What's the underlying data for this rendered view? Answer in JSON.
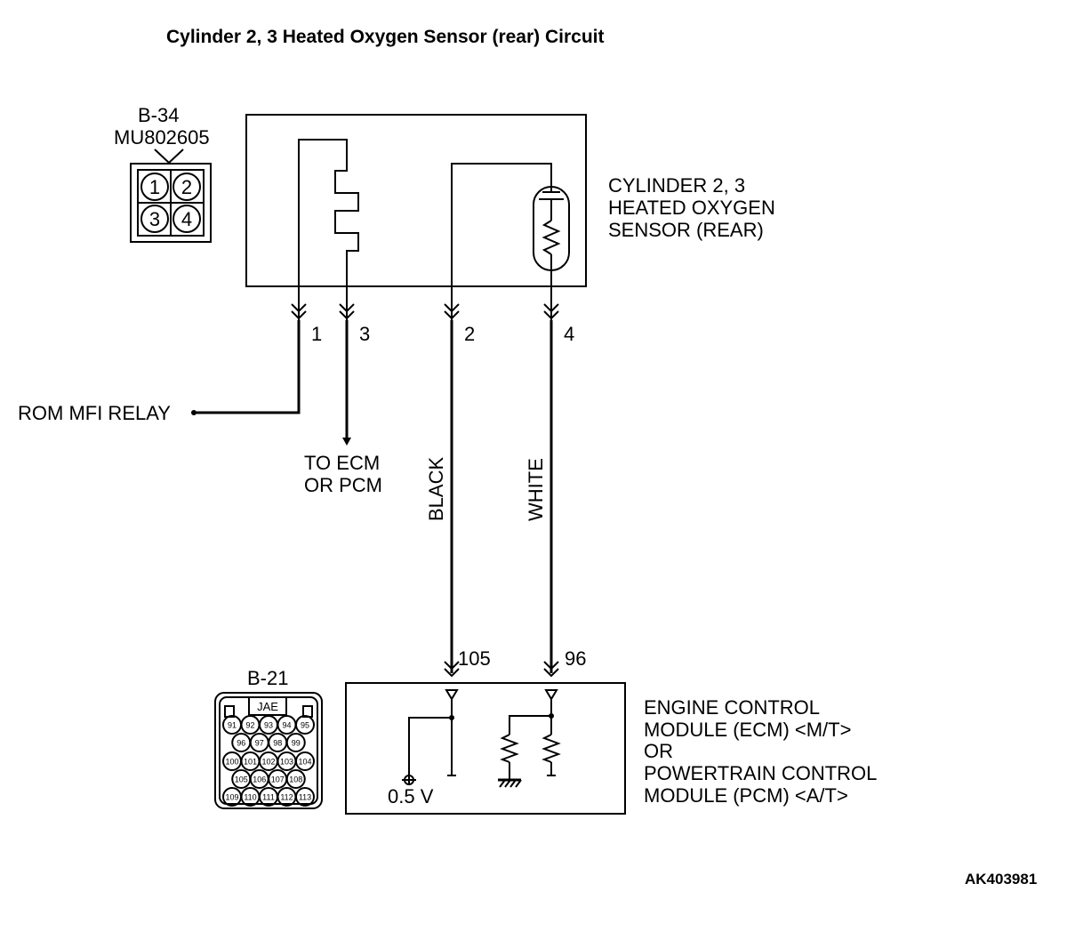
{
  "title": "Cylinder 2, 3 Heated Oxygen Sensor (rear) Circuit",
  "connector_b34": {
    "id": "B-34",
    "part": "MU802605",
    "pins": [
      "1",
      "2",
      "3",
      "4"
    ]
  },
  "sensor": {
    "line1": "CYLINDER 2, 3",
    "line2": "HEATED OXYGEN",
    "line3": "SENSOR (REAR)"
  },
  "sensor_pins": [
    "1",
    "3",
    "2",
    "4"
  ],
  "relay_label": "ROM MFI RELAY",
  "to_ecm": {
    "line1": "TO ECM",
    "line2": "OR PCM"
  },
  "wire_colors": {
    "pin2": "BLACK",
    "pin4": "WHITE"
  },
  "ecm_pins": [
    "105",
    "96"
  ],
  "connector_b21": {
    "id": "B-21",
    "brand": "JAE",
    "rows": [
      [
        "91",
        "92",
        "93",
        "94",
        "95"
      ],
      [
        "96",
        "97",
        "98",
        "99"
      ],
      [
        "100",
        "101",
        "102",
        "103",
        "104"
      ],
      [
        "105",
        "106",
        "107",
        "108"
      ],
      [
        "109",
        "110",
        "111",
        "112",
        "113"
      ]
    ]
  },
  "voltage": "0.5 V",
  "ecm": {
    "line1": "ENGINE CONTROL",
    "line2": "MODULE (ECM) <M/T>",
    "line3": "OR",
    "line4": "POWERTRAIN CONTROL",
    "line5": "MODULE (PCM) <A/T>"
  },
  "figure_code": "AK403981"
}
